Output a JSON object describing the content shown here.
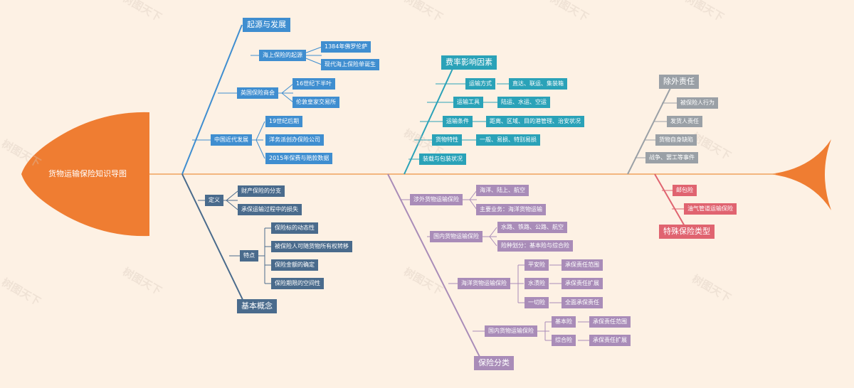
{
  "title": "货物运输保险知识导图",
  "watermark": "树图天下",
  "colors": {
    "spine": "#f0a25c",
    "fish": "#ef7d32",
    "origin": "#3f8ed0",
    "concept": "#4a6b8c",
    "rate": "#2aa2b8",
    "category": "#a98cb8",
    "exclusion": "#9aa0a6",
    "special": "#e06470"
  },
  "origin": {
    "label": "起源与发展",
    "sea": "海上保险的起源",
    "sea_1": "1384年佛罗伦萨",
    "sea_2": "现代海上保险单诞生",
    "uk": "英国保险商会",
    "uk_1": "16世纪下半叶",
    "uk_2": "伦敦皇家交易所",
    "cn": "中国近代发展",
    "cn_1": "19世纪后期",
    "cn_2": "洋务派创办保险公司",
    "cn_3": "2015年保费与赔款数据"
  },
  "concept": {
    "label": "基本概念",
    "def": "定义",
    "def_1": "财产保险的分支",
    "def_2": "承保运输过程中的损失",
    "feat": "特点",
    "feat_1": "保险标的动态性",
    "feat_2": "被保险人可随货物所有权转移",
    "feat_3": "保险金额的确定",
    "feat_4": "保险期限的空间性"
  },
  "rate": {
    "label": "费率影响因素",
    "mode": "运输方式",
    "mode_v": "直达、联运、集装箱",
    "tool": "运输工具",
    "tool_v": "陆运、水运、空运",
    "cond": "运输条件",
    "cond_v": "距离、区域、目的港管理、治安状况",
    "goods": "货物特性",
    "goods_v": "一般、易损、特别易损",
    "pack": "装载与包装状况"
  },
  "category": {
    "label": "保险分类",
    "foreign": "涉外货物运输保险",
    "foreign_1": "海洋、陆上、航空",
    "foreign_2": "主要业务：海洋货物运输",
    "domestic": "国内货物运输保险",
    "domestic_1": "水路、铁路、公路、航空",
    "domestic_2": "险种划分：基本险与综合险",
    "ocean": "海洋货物运输保险",
    "ocean_a": "平安险",
    "ocean_a_v": "承保责任范围",
    "ocean_b": "水渍险",
    "ocean_b_v": "承保责任扩展",
    "ocean_c": "一切险",
    "ocean_c_v": "全面承保责任",
    "dom2": "国内货物运输保险",
    "dom2_a": "基本险",
    "dom2_a_v": "承保责任范围",
    "dom2_b": "综合险",
    "dom2_b_v": "承保责任扩展"
  },
  "exclusion": {
    "label": "除外责任",
    "e1": "被保险人行为",
    "e2": "发货人责任",
    "e3": "货物自身缺陷",
    "e4": "战争、罢工等事件"
  },
  "special": {
    "label": "特殊保险类型",
    "s1": "邮包险",
    "s2": "油气管道运输保险"
  }
}
